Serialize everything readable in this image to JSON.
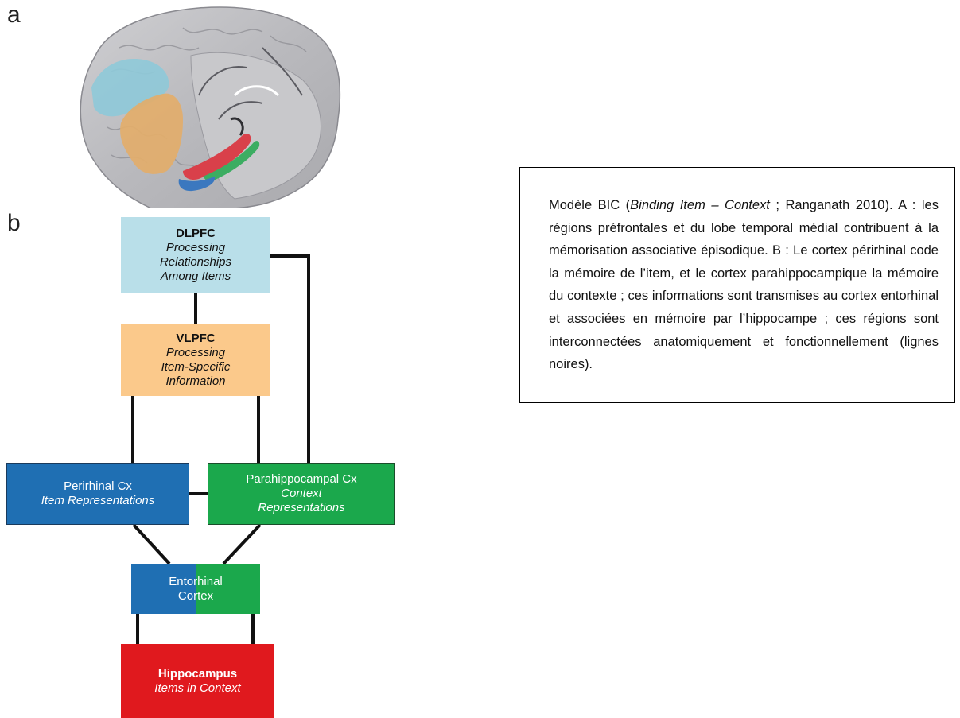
{
  "panel_a": {
    "label": "a"
  },
  "panel_b": {
    "label": "b"
  },
  "nodes": {
    "dlpfc": {
      "title": "DLPFC",
      "lines": [
        "Processing",
        "Relationships",
        "Among Items"
      ],
      "color": "#b9dfe9"
    },
    "vlpfc": {
      "title": "VLPFC",
      "lines": [
        "Processing",
        "Item-Specific",
        "Information"
      ],
      "color": "#fbc98b"
    },
    "perirhinal": {
      "title": "Perirhinal Cx",
      "lines": [
        "Item Representations"
      ],
      "color": "#1f6fb3"
    },
    "parahippocampal": {
      "title": "Parahippocampal Cx",
      "lines": [
        "Context",
        "Representations"
      ],
      "color": "#1ba84c"
    },
    "entorhinal": {
      "title_lines": [
        "Entorhinal",
        "Cortex"
      ],
      "colors": [
        "#1f6fb3",
        "#1ba84c"
      ]
    },
    "hippocampus": {
      "title": "Hippocampus",
      "lines": [
        "Items in Context"
      ],
      "color": "#e0191e"
    }
  },
  "edges": [
    {
      "from": "DLPFC",
      "to": "VLPFC"
    },
    {
      "from": "DLPFC",
      "to": "Parahippocampal Cx"
    },
    {
      "from": "VLPFC",
      "to": "Perirhinal Cx"
    },
    {
      "from": "VLPFC",
      "to": "Parahippocampal Cx"
    },
    {
      "from": "Perirhinal Cx",
      "to": "Parahippocampal Cx"
    },
    {
      "from": "Perirhinal Cx",
      "to": "Entorhinal Cortex"
    },
    {
      "from": "Parahippocampal Cx",
      "to": "Entorhinal Cortex"
    },
    {
      "from": "Entorhinal Cortex",
      "to": "Hippocampus"
    }
  ],
  "caption": {
    "segments": [
      {
        "t": "Modèle BIC (",
        "i": false
      },
      {
        "t": "Binding Item – Context",
        "i": true
      },
      {
        "t": " ; Ranganath 2010). A : les régions préfrontales et du lobe temporal médial contribuent à la mémorisation associative épisodique. B : Le cortex périrhinal code la mémoire de l’item, et le cortex parahippocampique la mémoire du contexte ; ces informations sont transmises au cortex entorhinal et associées en mémoire par l’hippocampe ; ces régions sont interconnectées anatomiquement et fonctionnellement (lignes noires).",
        "i": false
      }
    ]
  },
  "colors": {
    "prefrontal_region_blue": "#8fc9d8",
    "prefrontal_region_orange": "#e2ad6c",
    "mtl_red": "#d9404a",
    "mtl_green": "#3cad62",
    "mtl_blue": "#3b78bf"
  }
}
